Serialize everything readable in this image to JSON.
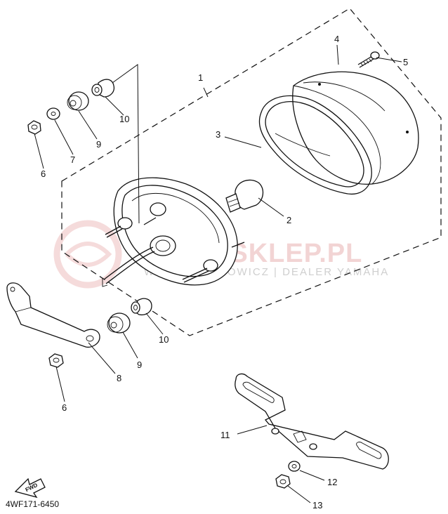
{
  "diagram_code": "4WF171-6450",
  "fwd_label": "FWD",
  "watermark": {
    "brand": "YAMASKLEP.PL",
    "subline": "WOJTAS HOROWICZ | DEALER YAMAHA"
  },
  "callouts": [
    {
      "id": "c1",
      "label": "1"
    },
    {
      "id": "c2",
      "label": "2"
    },
    {
      "id": "c3",
      "label": "3"
    },
    {
      "id": "c4",
      "label": "4"
    },
    {
      "id": "c5",
      "label": "5"
    },
    {
      "id": "c6a",
      "label": "6"
    },
    {
      "id": "c6b",
      "label": "6"
    },
    {
      "id": "c7",
      "label": "7"
    },
    {
      "id": "c8",
      "label": "8"
    },
    {
      "id": "c9a",
      "label": "9"
    },
    {
      "id": "c9b",
      "label": "9"
    },
    {
      "id": "c10a",
      "label": "10"
    },
    {
      "id": "c10b",
      "label": "10"
    },
    {
      "id": "c11",
      "label": "11"
    },
    {
      "id": "c12",
      "label": "12"
    },
    {
      "id": "c13",
      "label": "13"
    }
  ]
}
